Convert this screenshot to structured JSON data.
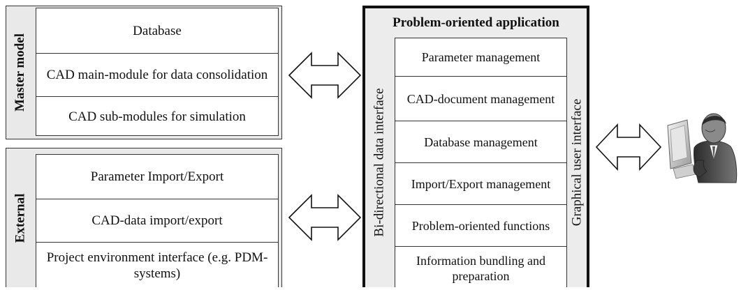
{
  "master_model": {
    "label": "Master model",
    "items": [
      "Database",
      "CAD main-module  for data consolidation",
      "CAD sub-modules for simulation"
    ]
  },
  "external": {
    "label": "External",
    "items": [
      "Parameter Import/Export",
      "CAD-data import/export",
      "Project environment interface (e.g. PDM-systems)"
    ]
  },
  "application": {
    "title": "Problem-oriented application",
    "left_label": "Bi-directional  data interface",
    "right_label": "Graphical  user interface",
    "items": [
      "Parameter management",
      "CAD-document management",
      "Database management",
      "Import/Export management",
      "Problem-oriented functions",
      "Information bundling and preparation"
    ]
  },
  "icons": [
    "double-arrow-icon",
    "user-at-computer-icon"
  ]
}
